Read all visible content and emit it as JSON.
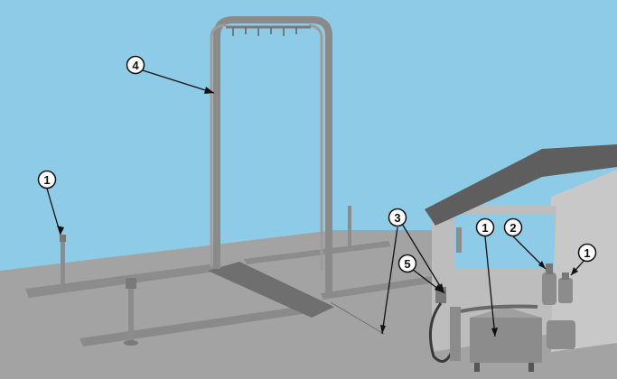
{
  "colors": {
    "sky": "#8ecbe6",
    "ground": "#a3a3a3",
    "metal": "#8c8c8c",
    "roof": "#5e5e5e",
    "wall": "#bfbfbf"
  },
  "callouts": [
    {
      "id": "c1",
      "number": "1",
      "target": "spray-post-left"
    },
    {
      "id": "c2",
      "number": "4",
      "target": "wash-gantry-frame"
    },
    {
      "id": "c3",
      "number": "3",
      "target": "supply-hose-lines"
    },
    {
      "id": "c4",
      "number": "5",
      "target": "control-valve"
    },
    {
      "id": "c5",
      "number": "1",
      "target": "pump-unit"
    },
    {
      "id": "c6",
      "number": "2",
      "target": "filter-housing"
    },
    {
      "id": "c7",
      "number": "1",
      "target": "filter-right"
    }
  ]
}
